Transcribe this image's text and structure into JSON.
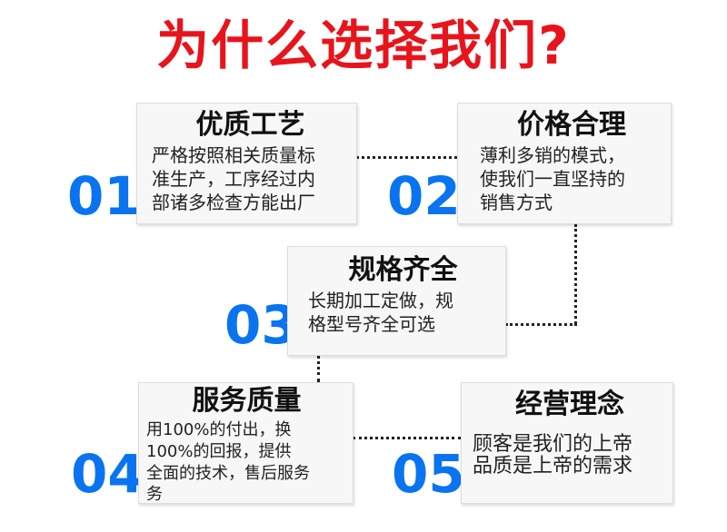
{
  "title": "为什么选择我们?",
  "accent_color": "#e8141c",
  "number_color": "#0a74f0",
  "items": [
    {
      "number": "01",
      "heading": "优质工艺",
      "lines": [
        "严格按照相关质量标",
        "准生产，工序经过内",
        "部诸多检查方能出厂"
      ]
    },
    {
      "number": "02",
      "heading": "价格合理",
      "lines": [
        "薄利多销的模式，",
        "使我们一直坚持的",
        "销售方式"
      ]
    },
    {
      "number": "03",
      "heading": "规格齐全",
      "lines": [
        "长期加工定做，规",
        "格型号齐全可选"
      ]
    },
    {
      "number": "04",
      "heading": "服务质量",
      "lines": [
        "用100%的付出，换",
        "100%的回报，提供",
        "全面的技术，售后服务",
        "务"
      ]
    },
    {
      "number": "05",
      "heading": "经营理念",
      "lines": [
        "顾客是我们的上帝",
        "品质是上帝的需求"
      ]
    }
  ]
}
